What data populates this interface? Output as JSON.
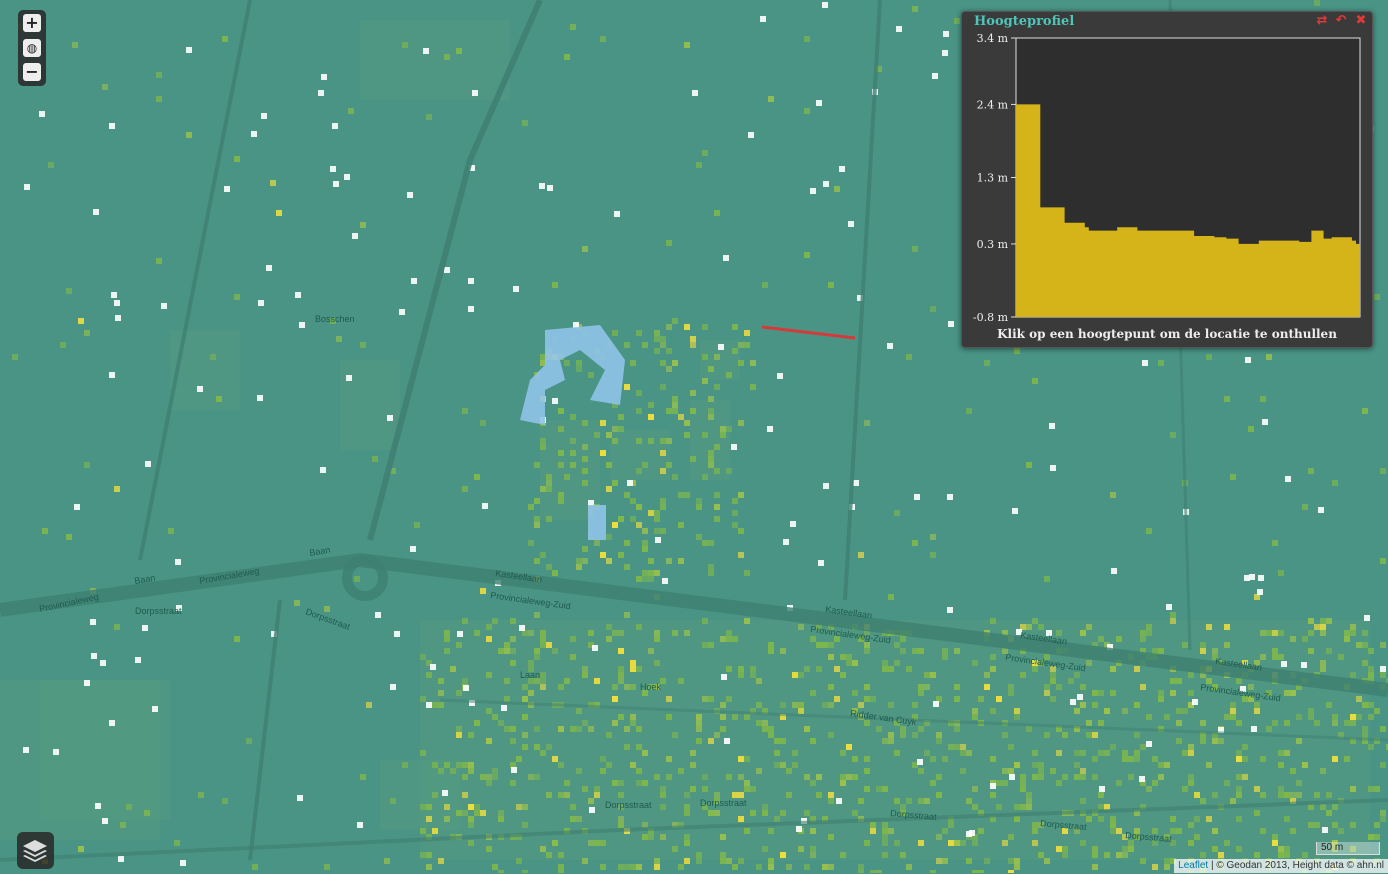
{
  "map": {
    "street_labels": [
      "Provincialeweg-Zuid",
      "Provincialeweg-Zuid",
      "Provincialeweg-Zuid",
      "Provincialeweg-Zuid",
      "Provincialeweg",
      "Provincialeweg",
      "Baan",
      "Baan",
      "Kasteellaan",
      "Kasteellaan",
      "Kasteellaan",
      "Kasteellaan",
      "Dorpsstraat",
      "Dorpsstraat",
      "Dorpsstraat",
      "Dorpsstraat",
      "Dorpsstraat",
      "Dorpsstraat",
      "Dorpsstraat",
      "Bosschen",
      "Laan",
      "Hoek",
      "Ridder van Cuyk"
    ],
    "colors": {
      "base": "#4a9486",
      "green": "#7fb84a",
      "yellow": "#f5e03a",
      "water": "#8fc3e8",
      "road": "#3d8070",
      "profile_line": "#d43a3a"
    }
  },
  "controls": {
    "zoom_in": "+",
    "zoom_world": "◍",
    "zoom_out": "−",
    "layers_icon": "layers-icon"
  },
  "profile": {
    "title": "Hoogteprofiel",
    "hint": "Klik op een hoogtepunt om de locatie te onthullen",
    "y_tick_labels": [
      "3.4 m",
      "2.4 m",
      "1.3 m",
      "0.3 m",
      "-0.8 m"
    ],
    "fill_color": "#d4b418",
    "plot_bg": "#2e2e2e"
  },
  "chart_data": {
    "type": "area",
    "title": "Hoogteprofiel",
    "ylim": [
      -0.8,
      3.4
    ],
    "yticks": [
      3.4,
      2.4,
      1.3,
      0.3,
      -0.8
    ],
    "y": [
      2.4,
      2.4,
      2.4,
      2.4,
      2.4,
      2.4,
      0.85,
      0.85,
      0.85,
      0.85,
      0.85,
      0.85,
      0.62,
      0.62,
      0.62,
      0.62,
      0.62,
      0.55,
      0.5,
      0.5,
      0.5,
      0.5,
      0.5,
      0.5,
      0.5,
      0.55,
      0.55,
      0.55,
      0.55,
      0.55,
      0.5,
      0.5,
      0.5,
      0.5,
      0.5,
      0.5,
      0.5,
      0.5,
      0.5,
      0.5,
      0.5,
      0.5,
      0.5,
      0.5,
      0.42,
      0.42,
      0.42,
      0.42,
      0.42,
      0.4,
      0.4,
      0.4,
      0.38,
      0.38,
      0.38,
      0.3,
      0.3,
      0.3,
      0.3,
      0.3,
      0.35,
      0.35,
      0.35,
      0.35,
      0.35,
      0.35,
      0.35,
      0.35,
      0.35,
      0.35,
      0.33,
      0.33,
      0.33,
      0.5,
      0.5,
      0.5,
      0.38,
      0.38,
      0.4,
      0.4,
      0.4,
      0.4,
      0.4,
      0.35,
      0.3
    ]
  },
  "scale": {
    "label": "50 m"
  },
  "attribution": {
    "link": "Leaflet",
    "text": " | © Geodan 2013, Height data © ahn.nl"
  }
}
